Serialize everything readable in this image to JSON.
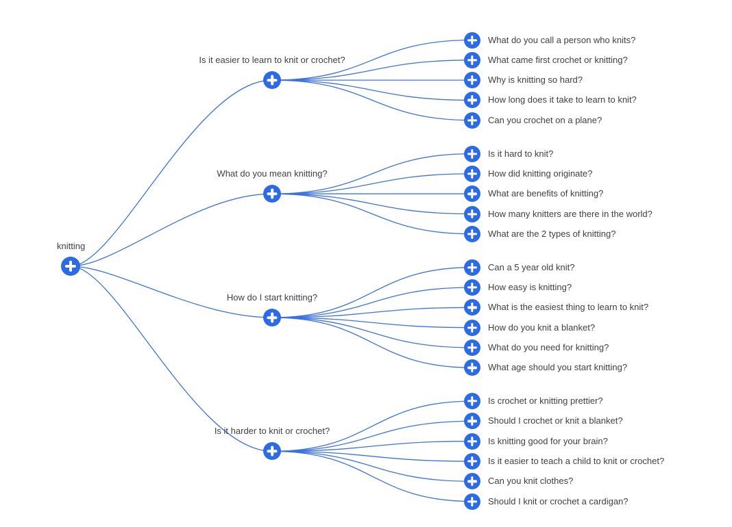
{
  "page": {
    "background": "#ffffff",
    "kind": "question-mindmap"
  },
  "colors": {
    "node_fill": "#2c6be3",
    "edge_stroke": "#3c72e0",
    "label_text": "#3d3f42",
    "plus_glyph": "#ffffff"
  },
  "icons": {
    "node_glyph": "plus-icon"
  },
  "root": {
    "label": "knitting"
  },
  "branches": [
    {
      "label": "Is it easier to learn to knit or crochet?",
      "children": [
        "What do you call a person who knits?",
        "What came first crochet or knitting?",
        "Why is knitting so hard?",
        "How long does it take to learn to knit?",
        "Can you crochet on a plane?"
      ]
    },
    {
      "label": "What do you mean knitting?",
      "children": [
        "Is it hard to knit?",
        "How did knitting originate?",
        "What are benefits of knitting?",
        "How many knitters are there in the world?",
        "What are the 2 types of knitting?"
      ]
    },
    {
      "label": "How do I start knitting?",
      "children": [
        "Can a 5 year old knit?",
        "How easy is knitting?",
        "What is the easiest thing to learn to knit?",
        "How do you knit a blanket?",
        "What do you need for knitting?",
        "What age should you start knitting?"
      ]
    },
    {
      "label": "Is it harder to knit or crochet?",
      "children": [
        "Is crochet or knitting prettier?",
        "Should I crochet or knit a blanket?",
        "Is knitting good for your brain?",
        "Is it easier to teach a child to knit or crochet?",
        "Can you knit clothes?",
        "Should I knit or crochet a cardigan?"
      ]
    }
  ]
}
